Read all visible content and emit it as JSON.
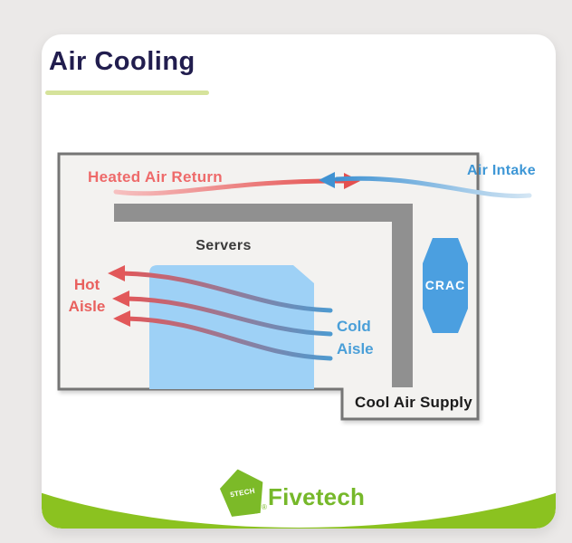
{
  "page": {
    "background_color": "#ebe9e8",
    "card_color": "#ffffff"
  },
  "header": {
    "title": "Air Cooling",
    "title_color": "#211d4e",
    "underline_color": "#d6e39b"
  },
  "diagram": {
    "room": {
      "fill": "#f3f2f0",
      "border_color": "#757575"
    },
    "duct_color": "#909090",
    "servers_box_color": "#9ed1f6",
    "crac": {
      "label": "CRAC",
      "fill": "#4b9fe0",
      "text_color": "#ffffff"
    },
    "labels": {
      "heated_air_return": {
        "text": "Heated Air Return",
        "color": "#ee6a6a"
      },
      "air_intake": {
        "text": "Air Intake",
        "color": "#3e97d6"
      },
      "servers": {
        "text": "Servers",
        "color": "#3a3a3a"
      },
      "hot_aisle": {
        "line1": "Hot",
        "line2": "Aisle",
        "color": "#e9605e"
      },
      "cold_aisle": {
        "line1": "Cold",
        "line2": "Aisle",
        "color": "#4a9fd8"
      },
      "cool_air_supply": {
        "text": "Cool Air Supply",
        "color": "#1b1b1b"
      }
    },
    "arrow_colors": {
      "hot_strong": "#e4504f",
      "hot_light": "#f6c0c0",
      "cold_strong": "#3f92d2",
      "cold_light": "#d4e6f4"
    }
  },
  "footer": {
    "brand_name": "Fivetech",
    "brand_badge": "5TECH",
    "registered_mark": "®",
    "brand_color": "#76b82a",
    "band_color": "#8bc220"
  }
}
